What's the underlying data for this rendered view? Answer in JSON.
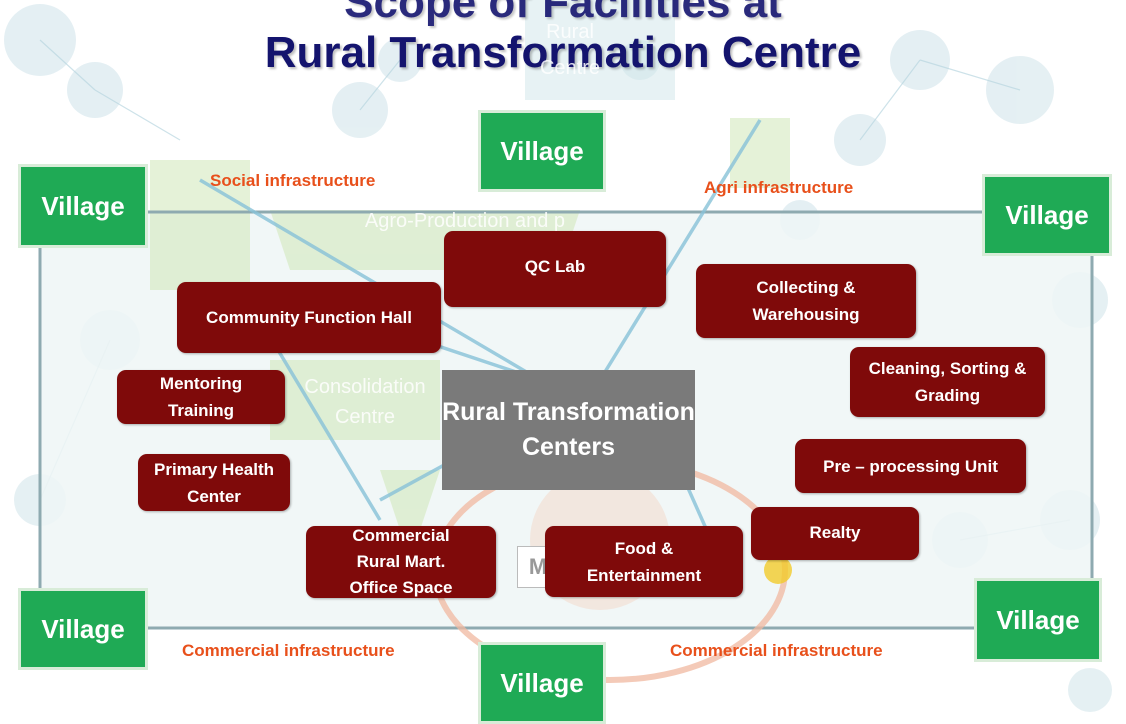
{
  "title": {
    "top_line": "Scope of Facilities at",
    "main_line": "Rural Transformation Centre"
  },
  "villages": [
    "Village",
    "Village",
    "Village",
    "Village",
    "Village",
    "Village"
  ],
  "infrastructure": {
    "social": "Social infrastructure",
    "agri": "Agri infrastructure",
    "commercial_left": "Commercial infrastructure",
    "commercial_right": "Commercial infrastructure"
  },
  "center": {
    "label": "Rural Transformation Centers"
  },
  "facilities": {
    "qc_lab": "QC Lab",
    "community_hall": "Community Function Hall",
    "collecting": "Collecting & Warehousing",
    "cleaning": "Cleaning, Sorting & Grading",
    "mentoring": "Mentoring Training",
    "health": "Primary Health Center",
    "preprocessing": "Pre – processing Unit",
    "realty": "Realty",
    "food": "Food & Entertainment",
    "commercial": "Commercial Rural Mart. Office Space"
  },
  "background_text": {
    "rural_centre": "Rural Centre",
    "agro": "Agro-Production and p",
    "consolidation": "Consolidation Centre",
    "mart": "M"
  },
  "colors": {
    "village": "#1faa55",
    "facility": "#7f0a0a",
    "infra_label": "#e8501b",
    "center": "#7a7a7a",
    "title": "#14146e"
  }
}
